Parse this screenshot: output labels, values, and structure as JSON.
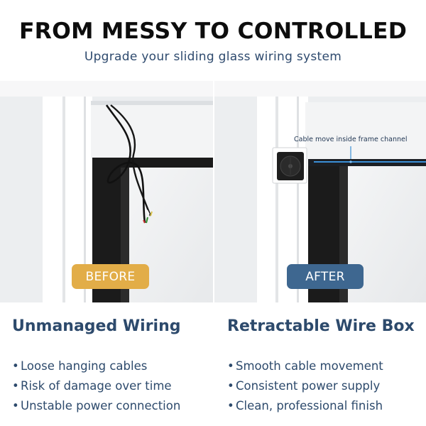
{
  "headline": "FROM MESSY TO CONTROLLED",
  "subheadline": "Upgrade your sliding glass wiring system",
  "before": {
    "badge": "BEFORE",
    "title": "Unmanaged Wiring",
    "points": [
      "Loose hanging cables",
      "Risk of damage over time",
      "Unstable power connection"
    ]
  },
  "after": {
    "badge": "AFTER",
    "callout": "Cable move inside frame channel",
    "title": "Retractable Wire Box",
    "points": [
      "Smooth cable movement",
      "Consistent power supply",
      "Clean, professional finish"
    ]
  },
  "bullet_char": "•",
  "colors": {
    "before_badge": "#e2ad48",
    "after_badge": "#3e6790",
    "heading": "#2d4a6c"
  }
}
